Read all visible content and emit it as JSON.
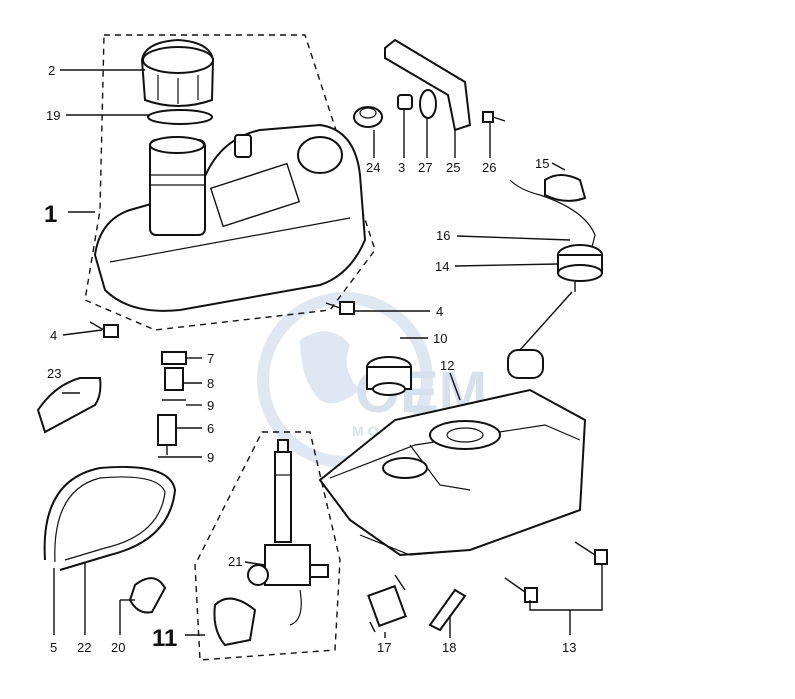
{
  "labels": {
    "p1": "1",
    "p2": "2",
    "p3": "3",
    "p4a": "4",
    "p4b": "4",
    "p5": "5",
    "p6": "6",
    "p7": "7",
    "p8": "8",
    "p9a": "9",
    "p9b": "9",
    "p10": "10",
    "p11": "11",
    "p12": "12",
    "p13": "13",
    "p14": "14",
    "p15": "15",
    "p16": "16",
    "p17": "17",
    "p18": "18",
    "p19": "19",
    "p20": "20",
    "p21": "21",
    "p22": "22",
    "p23": "23",
    "p24": "24",
    "p25": "25",
    "p26": "26",
    "p27": "27"
  },
  "watermark": {
    "brand": "OEM",
    "sub": "MOTOR PARTS"
  }
}
